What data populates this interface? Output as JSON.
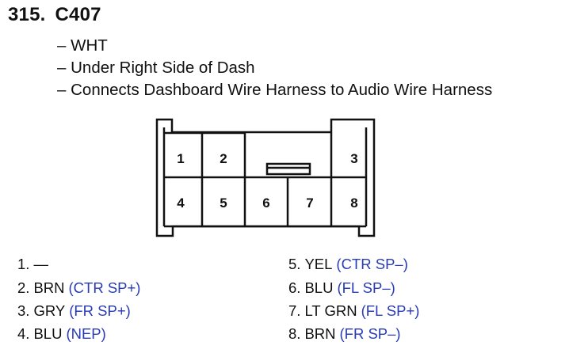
{
  "heading": {
    "number": "315.",
    "connector_id": "C407"
  },
  "details": [
    "WHT",
    "Under Right Side of Dash",
    "Connects Dashboard Wire Harness to Audio Wire Harness"
  ],
  "connector_diagram": {
    "cavity_labels": [
      "1",
      "2",
      "3",
      "4",
      "5",
      "6",
      "7",
      "8"
    ]
  },
  "pinout": [
    {
      "pin": "1.",
      "color": "—",
      "signal": ""
    },
    {
      "pin": "2.",
      "color": "BRN",
      "signal": "(CTR SP+)"
    },
    {
      "pin": "3.",
      "color": "GRY",
      "signal": "(FR SP+)"
    },
    {
      "pin": "4.",
      "color": "BLU",
      "signal": "(NEP)"
    },
    {
      "pin": "5.",
      "color": "YEL",
      "signal": "(CTR SP–)"
    },
    {
      "pin": "6.",
      "color": "BLU",
      "signal": "(FL SP–)"
    },
    {
      "pin": "7.",
      "color": "LT GRN",
      "signal": "(FL SP+)"
    },
    {
      "pin": "8.",
      "color": "BRN",
      "signal": "(FR SP–)"
    }
  ],
  "colors": {
    "signal_text": "#2a3cb5",
    "text": "#111111",
    "outline": "#111111"
  }
}
